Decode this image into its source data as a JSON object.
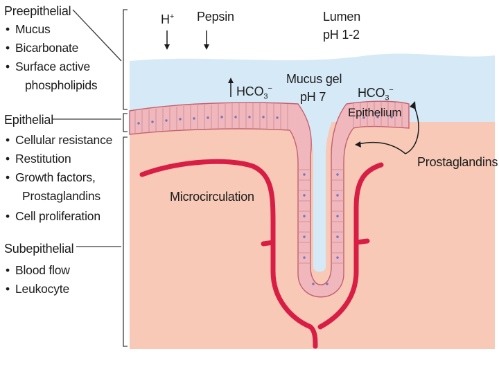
{
  "left_column": {
    "preepithelial": {
      "title": "Preepithelial",
      "items": [
        "Mucus",
        "Bicarbonate",
        "Surface active",
        "phospholipids"
      ]
    },
    "epithelial": {
      "title": "Epithelial",
      "items": [
        "Cellular resistance",
        "Restitution",
        "Growth factors,",
        "Prostaglandins",
        "Cell proliferation"
      ]
    },
    "subepithelial": {
      "title": "Subepithelial",
      "items": [
        "Blood flow",
        "Leukocyte"
      ]
    }
  },
  "labels": {
    "h_plus": "H",
    "h_plus_sup": "+",
    "pepsin": "Pepsin",
    "lumen": "Lumen",
    "lumen_ph": "pH 1-2",
    "mucus_gel": "Mucus gel",
    "mucus_ph": "pH 7",
    "hco3_left": "HCO",
    "hco3_right": "HCO",
    "hco3_sub": "3",
    "hco3_sup": "−",
    "epithelium": "Epithelium",
    "prostaglandins": "Prostaglandins",
    "microcirculation": "Microcirculation"
  },
  "colors": {
    "tissue": "#f7c9b6",
    "mucus": "#d6e9f7",
    "vessel": "#d81e45",
    "epithelium": "#f0b7bd",
    "nuclei": "#6f74c2",
    "line": "#3a3a3a"
  }
}
